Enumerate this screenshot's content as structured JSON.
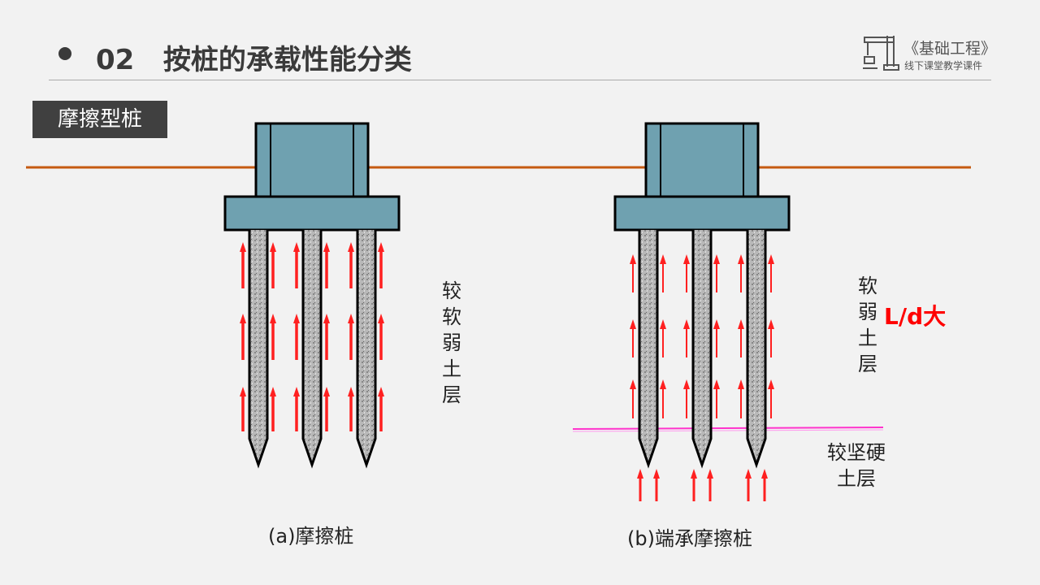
{
  "header": {
    "title": "02   按桩的承载性能分类"
  },
  "logo": {
    "title": "《基础工程》",
    "subtitle": "线下课堂教学课件"
  },
  "section_tag": "摩擦型桩",
  "diagram_a": {
    "soil_label": "较软弱土层",
    "caption": "(a)摩擦桩"
  },
  "diagram_b": {
    "soil_label": "软弱土层",
    "ratio_label": "L/d大",
    "hard_soil_label": "较坚硬土层",
    "caption": "(b)端承摩擦桩"
  },
  "colors": {
    "ground_line": "#c55a11",
    "pile_cap": "#6fa1b0",
    "arrow": "#ff2020",
    "hard_layer_line": "#ff33cc"
  }
}
